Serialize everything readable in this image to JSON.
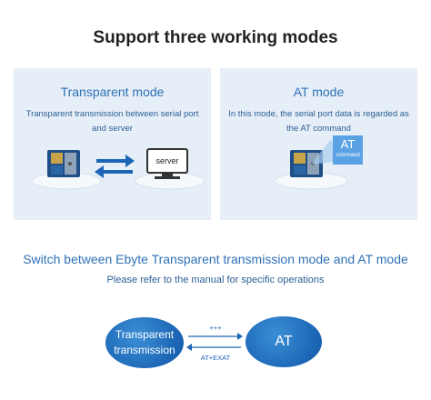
{
  "title": "Support three working modes",
  "transparent_card": {
    "heading": "Transparent mode",
    "description": "Transparent transmission between serial port and server",
    "server_label": "server"
  },
  "at_card": {
    "heading": "AT mode",
    "description": "In this mode, the serial port data is regarded as the AT command",
    "badge_main": "AT",
    "badge_sub": "command"
  },
  "switch_section": {
    "title": "Switch between Ebyte Transparent transmission mode and AT mode",
    "subtitle": "Please refer to the manual for specific operations",
    "left_bubble_line1": "Transparent",
    "left_bubble_line2": "transmission",
    "right_bubble": "AT",
    "arrow_top_label": "+++",
    "arrow_bottom_label": "AT+EXAT"
  },
  "colors": {
    "accent": "#2f72b8",
    "card_bg": "#e6eef7",
    "bubble": "#1c66b5"
  }
}
